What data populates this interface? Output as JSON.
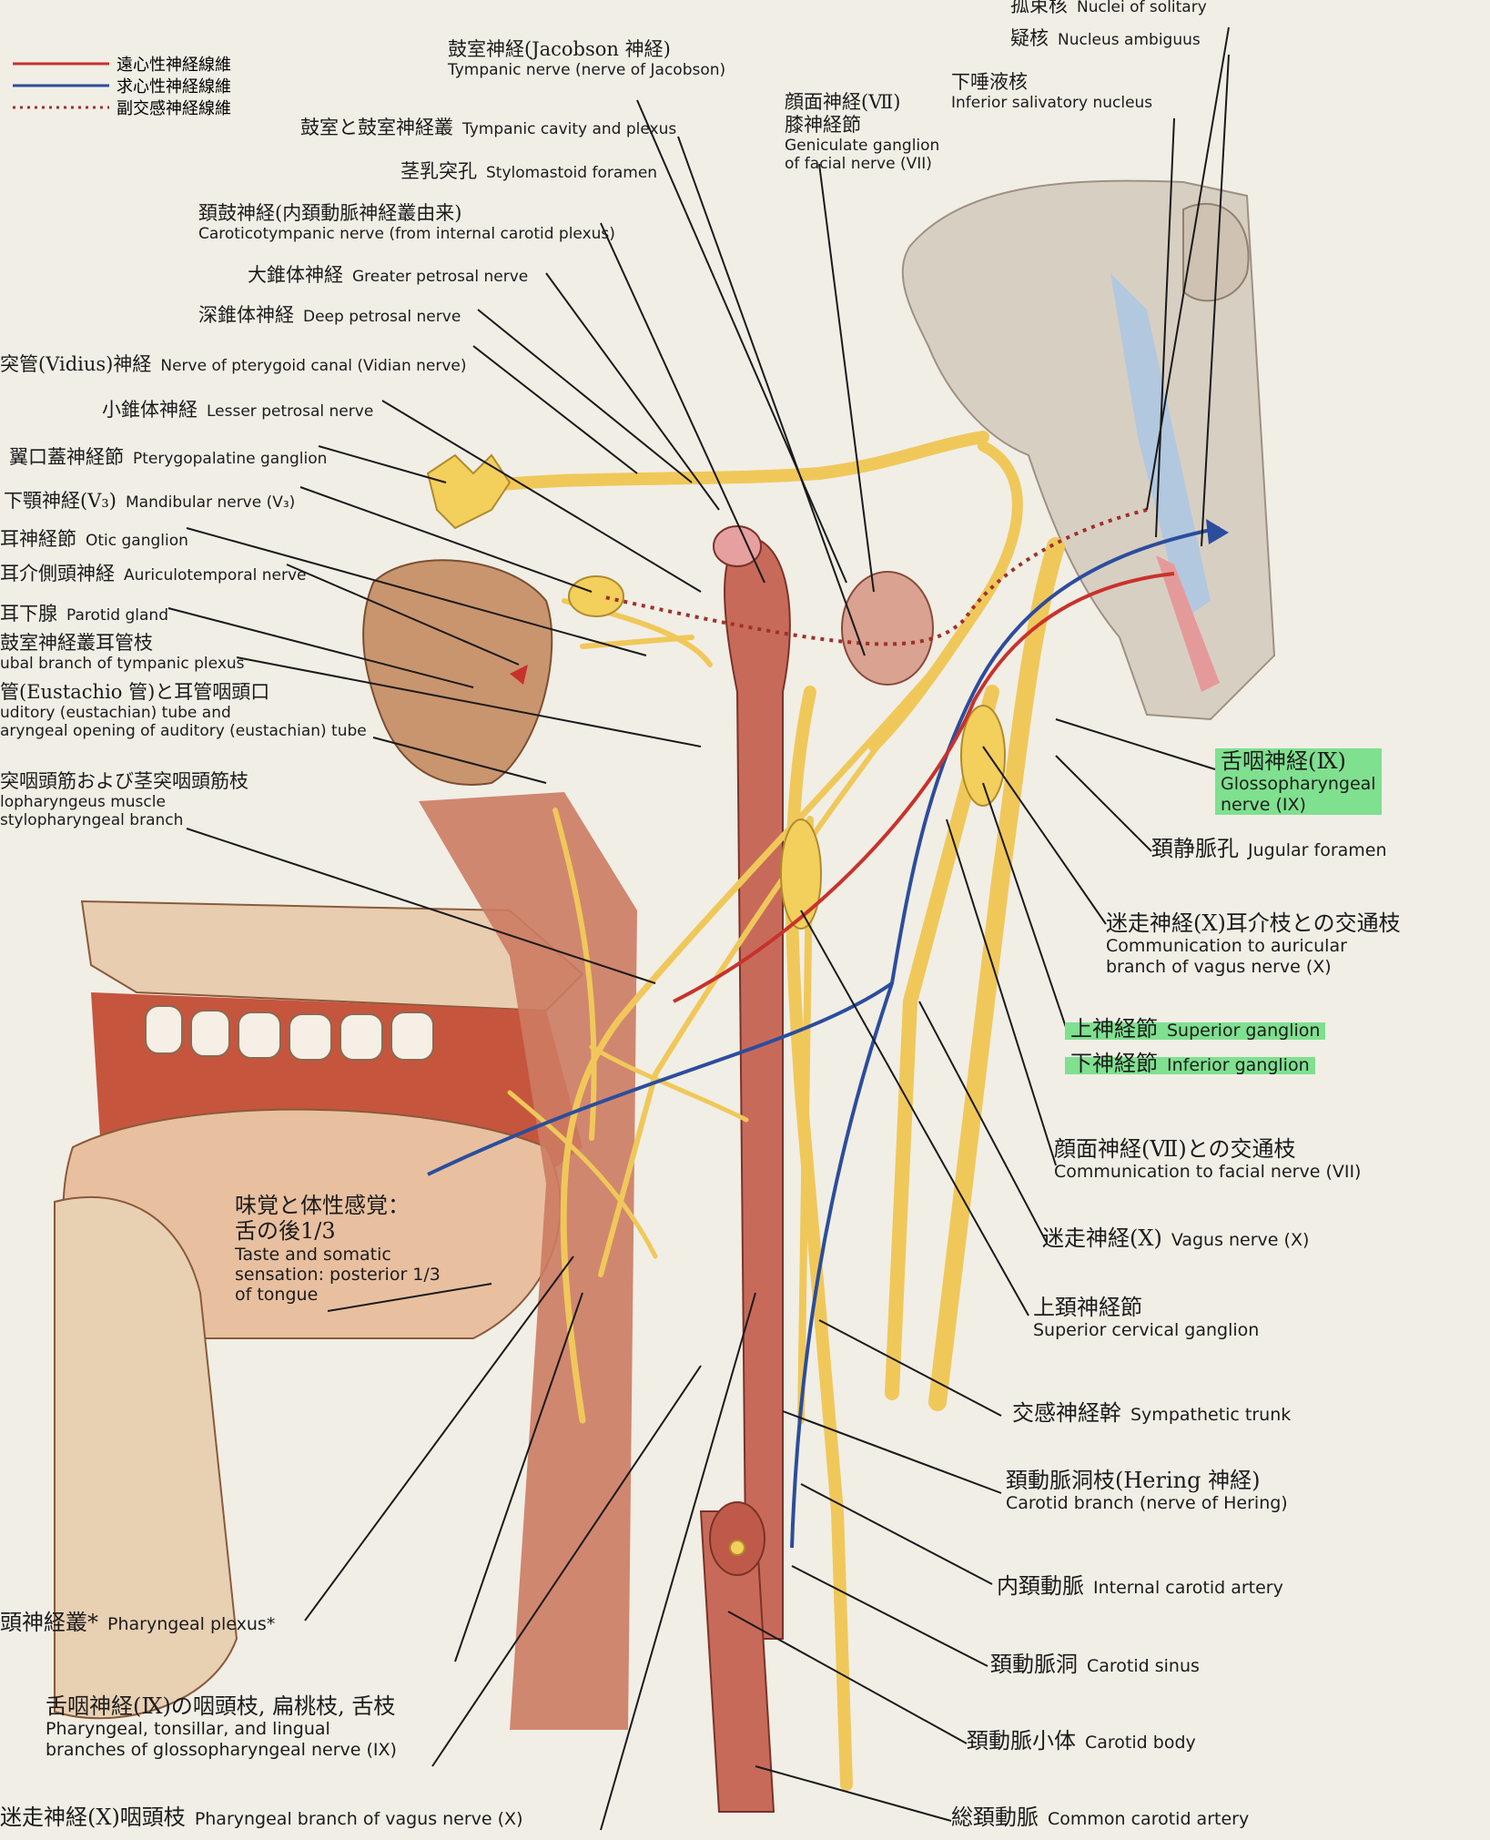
{
  "legend": {
    "efferent": "遠心性神経線維",
    "afferent": "求心性神経線維",
    "parasympathetic": "副交感神経線維"
  },
  "colors": {
    "efferent": "#c8322c",
    "afferent": "#2c4d9c",
    "parasympathetic": "#a0302a",
    "nerve": "#f0c85a",
    "artery": "#c86a5a",
    "highlight": "#7fe08f",
    "background": "#f1eee6"
  },
  "labels": {
    "nucleus_solitarius": {
      "jp": "孤束核",
      "en": "Nuclei of solitary"
    },
    "nucleus_ambiguus": {
      "jp": "疑核",
      "en": "Nucleus ambiguus"
    },
    "inferior_salivatory": {
      "jp": "下唾液核",
      "en": "Inferior salivatory nucleus"
    },
    "facial_geniculate": {
      "jp1": "顔面神経(Ⅶ)",
      "jp2": "膝神経節",
      "en1": "Geniculate ganglion",
      "en2": "of facial nerve (VII)"
    },
    "tympanic_nerve": {
      "jp": "鼓室神経(Jacobson 神経)",
      "en": "Tympanic nerve (nerve of Jacobson)"
    },
    "tympanic_cavity": {
      "jp": "鼓室と鼓室神経叢",
      "en": "Tympanic cavity and plexus"
    },
    "stylomastoid": {
      "jp": "茎乳突孔",
      "en": "Stylomastoid foramen"
    },
    "caroticotympanic": {
      "jp": "頚鼓神経(内頚動脈神経叢由来)",
      "en": "Caroticotympanic nerve (from internal carotid plexus)"
    },
    "greater_petrosal": {
      "jp": "大錐体神経",
      "en": "Greater petrosal nerve"
    },
    "deep_petrosal": {
      "jp": "深錐体神経",
      "en": "Deep petrosal nerve"
    },
    "pterygoid_canal": {
      "jp": "突管(Vidius)神経",
      "en": "Nerve of pterygoid canal (Vidian nerve)"
    },
    "lesser_petrosal": {
      "jp": "小錐体神経",
      "en": "Lesser petrosal nerve"
    },
    "pterygopalatine": {
      "jp": "翼口蓋神経節",
      "en": "Pterygopalatine ganglion"
    },
    "mandibular": {
      "jp": "下顎神経(V₃)",
      "en": "Mandibular nerve (V₃)"
    },
    "otic": {
      "jp": "耳神経節",
      "en": "Otic ganglion"
    },
    "auriculotemporal": {
      "jp": "耳介側頭神経",
      "en": "Auriculotemporal nerve"
    },
    "parotid": {
      "jp": "耳下腺",
      "en": "Parotid gland"
    },
    "tubal_branch": {
      "jp": "鼓室神経叢耳管枝",
      "en": "ubal branch of tympanic plexus"
    },
    "eustachian": {
      "jp": "管(Eustachio 管)と耳管咽頭口",
      "en1": "uditory (eustachian) tube and",
      "en2": "aryngeal opening of auditory (eustachian) tube"
    },
    "stylopharyngeus": {
      "jp": "突咽頭筋および茎突咽頭筋枝",
      "en1": "lopharyngeus muscle",
      "en2": "stylopharyngeal branch"
    },
    "glossopharyngeal": {
      "jp": "舌咽神経(Ⅸ)",
      "en1": "Glossopharyngeal",
      "en2": "nerve (IX)"
    },
    "jugular_foramen": {
      "jp": "頚静脈孔",
      "en": "Jugular foramen"
    },
    "auricular_comm": {
      "jp": "迷走神経(Ⅹ)耳介枝との交通枝",
      "en1": "Communication to auricular",
      "en2": "branch of vagus nerve (X)"
    },
    "superior_ganglion": {
      "jp": "上神経節",
      "en": "Superior ganglion"
    },
    "inferior_ganglion": {
      "jp": "下神経節",
      "en": "Inferior ganglion"
    },
    "facial_comm": {
      "jp": "顔面神経(Ⅶ)との交通枝",
      "en": "Communication to facial nerve (VII)"
    },
    "vagus": {
      "jp": "迷走神経(Ⅹ)",
      "en": "Vagus nerve (X)"
    },
    "superior_cervical": {
      "jp": "上頚神経節",
      "en": "Superior cervical ganglion"
    },
    "sympathetic_trunk": {
      "jp": "交感神経幹",
      "en": "Sympathetic trunk"
    },
    "carotid_branch": {
      "jp": "頚動脈洞枝(Hering 神経)",
      "en": "Carotid branch (nerve of Hering)"
    },
    "internal_carotid": {
      "jp": "内頚動脈",
      "en": "Internal carotid artery"
    },
    "carotid_sinus": {
      "jp": "頚動脈洞",
      "en": "Carotid sinus"
    },
    "carotid_body": {
      "jp": "頚動脈小体",
      "en": "Carotid body"
    },
    "common_carotid": {
      "jp": "総頚動脈",
      "en": "Common carotid artery"
    },
    "taste": {
      "jp1": "味覚と体性感覚：",
      "jp2": "舌の後1/3",
      "en1": "Taste and somatic",
      "en2": "sensation: posterior 1/3",
      "en3": "of tongue"
    },
    "pharyngeal_plexus": {
      "jp": "頭神経叢*",
      "en": "Pharyngeal plexus*"
    },
    "pharyngeal_branches_ix": {
      "jp": "舌咽神経(Ⅸ)の咽頭枝, 扁桃枝, 舌枝",
      "en1": "Pharyngeal, tonsillar, and lingual",
      "en2": "branches of glossopharyngeal nerve (IX)"
    },
    "pharyngeal_branch_x": {
      "jp": "迷走神経(Ⅹ)咽頭枝",
      "en": "Pharyngeal branch of vagus nerve (X)"
    }
  }
}
